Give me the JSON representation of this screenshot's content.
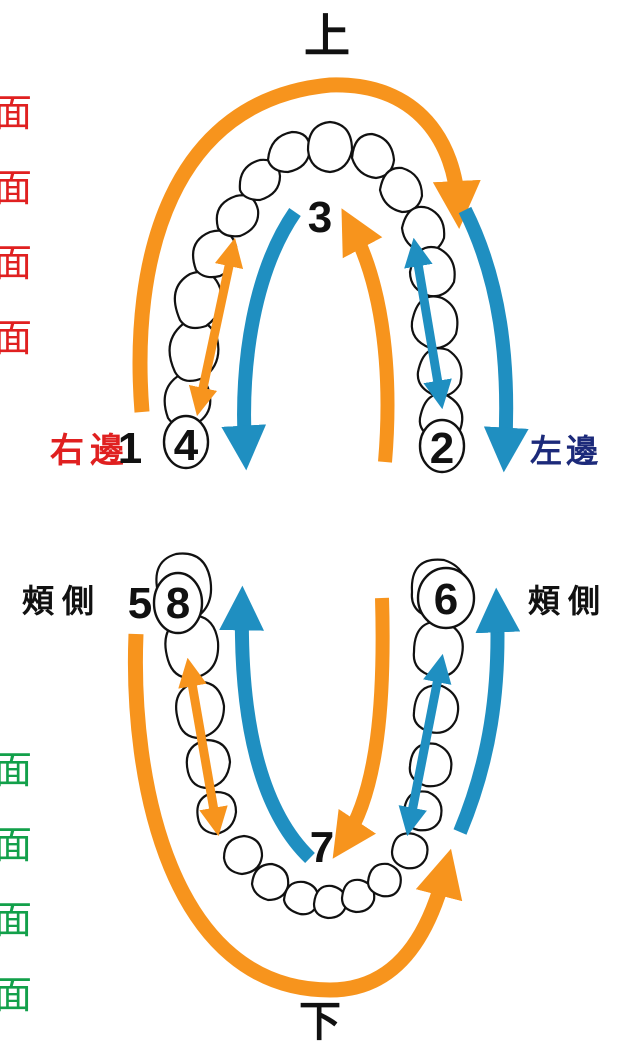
{
  "labels": {
    "top": "上",
    "bottom": "下",
    "upper_right_side": "右邊",
    "upper_left_side": "左邊",
    "lower_right_side": "頰側",
    "lower_left_side": "頰側"
  },
  "numbers": [
    "1",
    "2",
    "3",
    "4",
    "5",
    "6",
    "7",
    "8"
  ],
  "margin_notes": {
    "upper": [
      "面",
      "面",
      "面",
      "面"
    ],
    "lower": [
      "面",
      "面",
      "面",
      "面"
    ]
  },
  "colors": {
    "orange": "#F7941D",
    "blue": "#1F8FC1",
    "red_text": "#E02020",
    "navy_text": "#1C2A7A",
    "green_text": "#12A04A",
    "black": "#111111"
  }
}
